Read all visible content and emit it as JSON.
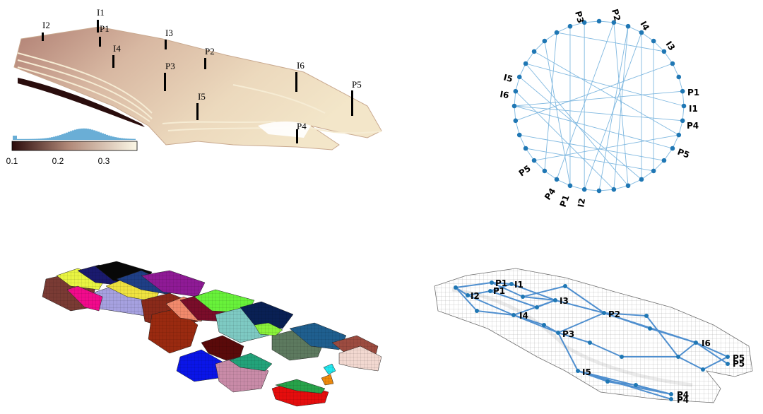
{
  "porosity_panel": {
    "wells": [
      {
        "label": "I2"
      },
      {
        "label": "I1"
      },
      {
        "label": "P1"
      },
      {
        "label": "I4"
      },
      {
        "label": "I3"
      },
      {
        "label": "P3"
      },
      {
        "label": "P2"
      },
      {
        "label": "I5"
      },
      {
        "label": "I6"
      },
      {
        "label": "P4"
      },
      {
        "label": "P5"
      }
    ],
    "colorbar": {
      "ticks": [
        "0.1",
        "0.2",
        "0.3"
      ],
      "colors": {
        "low": "#2b0b0b",
        "mid": "#b08878",
        "high": "#fbf7e6"
      }
    }
  },
  "circle_panel": {
    "node_color": "#1f77b4",
    "edge_color": "#7fb8e0",
    "labels": [
      "P3",
      "P2",
      "I4",
      "I3",
      "I5",
      "I6",
      "P1",
      "I1",
      "P4",
      "P5",
      "P5",
      "P4",
      "P1",
      "I2"
    ]
  },
  "network_panel": {
    "edge_color": "#4f8fcf",
    "node_color": "#1f77b4",
    "labels": [
      "P1",
      "I1",
      "I2",
      "P1",
      "I3",
      "I4",
      "P2",
      "P3",
      "I6",
      "P5",
      "P5",
      "I5",
      "P4",
      "P4"
    ]
  }
}
